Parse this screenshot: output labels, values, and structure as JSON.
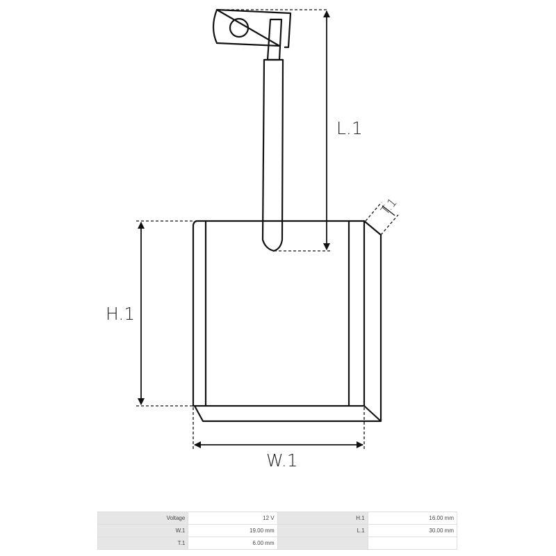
{
  "drawing": {
    "labels": {
      "length": "L.1",
      "height": "H.1",
      "width": "W.1",
      "thickness": "T.1"
    }
  },
  "specs": {
    "rows": [
      [
        {
          "key": "Voltage",
          "value": "12 V"
        },
        {
          "key": "H.1",
          "value": "16.00 mm"
        }
      ],
      [
        {
          "key": "W.1",
          "value": "19.00 mm"
        },
        {
          "key": "L.1",
          "value": "30.00 mm"
        }
      ],
      [
        {
          "key": "T.1",
          "value": "6.00 mm"
        },
        {
          "key": "",
          "value": ""
        }
      ]
    ]
  }
}
